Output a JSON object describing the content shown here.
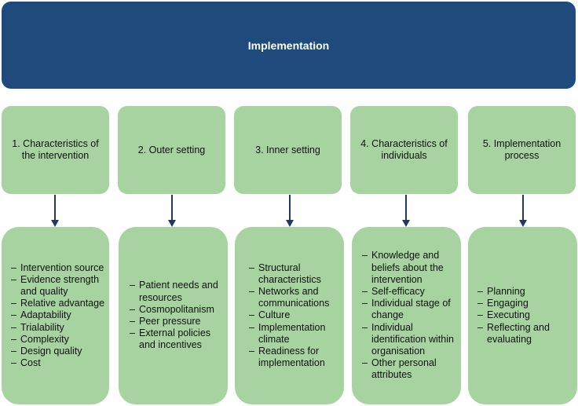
{
  "header": {
    "title": "Implementation"
  },
  "domains": [
    {
      "title": "1. Characteristics of the intervention",
      "items": [
        "Intervention source",
        "Evidence strength and quality",
        "Relative advantage",
        "Adaptability",
        "Trialability",
        "Complexity",
        "Design quality",
        "Cost"
      ]
    },
    {
      "title": "2. Outer setting",
      "items": [
        "Patient needs and resources",
        "Cosmopolitanism",
        "Peer pressure",
        "External policies and incentives"
      ]
    },
    {
      "title": "3. Inner setting",
      "items": [
        "Structural characteristics",
        "Networks and communications",
        "Culture",
        "Implementation climate",
        "Readiness for implementation"
      ]
    },
    {
      "title": "4. Characteristics of individuals",
      "items": [
        "Knowledge and beliefs about the intervention",
        "Self-efficacy",
        "Individual stage of change",
        "Individual identification within organisation",
        "Other personal attributes"
      ]
    },
    {
      "title": "5. Implementation process",
      "items": [
        "Planning",
        "Engaging",
        "Executing",
        "Reflecting and evaluating"
      ]
    }
  ],
  "colors": {
    "header_fill": "#1f4a7c",
    "box_fill": "#a6d3a0",
    "arrow": "#1f3864"
  }
}
